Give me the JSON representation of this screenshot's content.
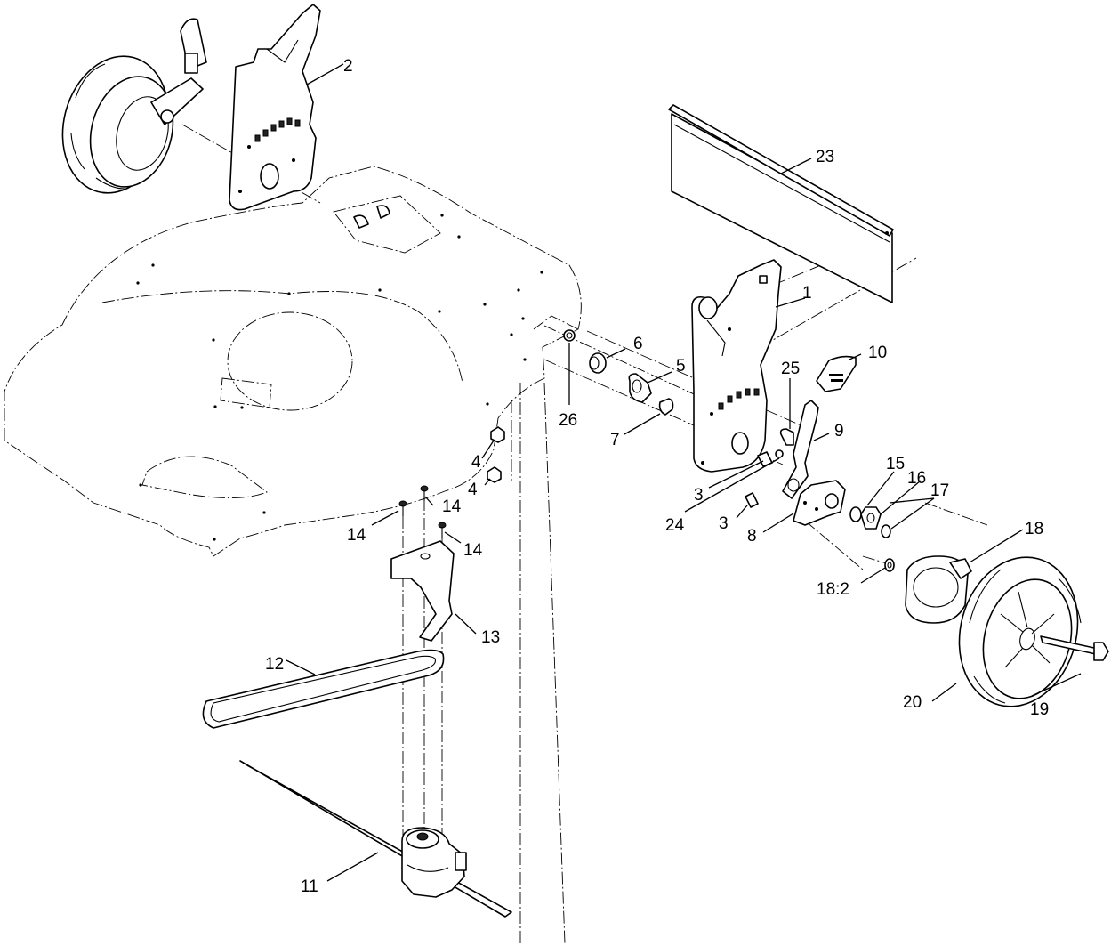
{
  "callouts": {
    "c1": "1",
    "c2": "2",
    "c3a": "3",
    "c3b": "3",
    "c4a": "4",
    "c4b": "4",
    "c5": "5",
    "c6": "6",
    "c7": "7",
    "c8": "8",
    "c9": "9",
    "c10": "10",
    "c11": "11",
    "c12": "12",
    "c13": "13",
    "c14a": "14",
    "c14b": "14",
    "c14c": "14",
    "c15": "15",
    "c16": "16",
    "c17": "17",
    "c18": "18",
    "c18_2": "18:2",
    "c19": "19",
    "c20": "20",
    "c23": "23",
    "c24": "24",
    "c25": "25",
    "c26": "26"
  }
}
